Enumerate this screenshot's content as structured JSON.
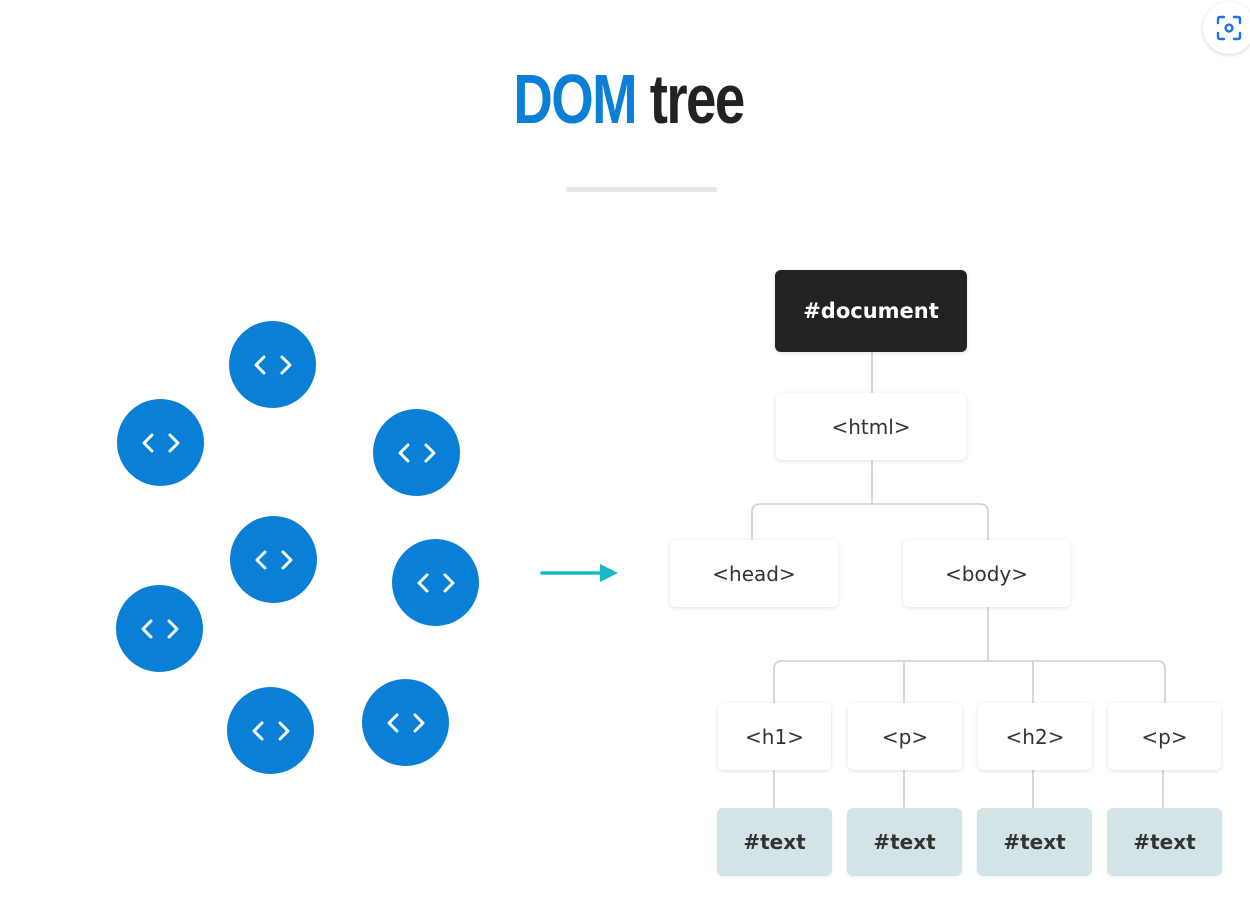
{
  "title": {
    "highlight": "DOM",
    "rest": "tree",
    "highlight_color": "#0a7fd6",
    "rest_color": "#222222"
  },
  "corner_button": {
    "icon": "scan-icon"
  },
  "code_circles": {
    "icon": "code-brackets-icon",
    "color": "#0a7fd6",
    "count": 8
  },
  "arrow": {
    "icon": "right-arrow-icon",
    "color": "#19b8c9"
  },
  "tree": {
    "root": "#document",
    "html": "<html>",
    "head": "<head>",
    "body": "<body>",
    "children": [
      {
        "tag": "<h1>",
        "text": "#text"
      },
      {
        "tag": "<p>",
        "text": "#text"
      },
      {
        "tag": "<h2>",
        "text": "#text"
      },
      {
        "tag": "<p>",
        "text": "#text"
      }
    ]
  }
}
